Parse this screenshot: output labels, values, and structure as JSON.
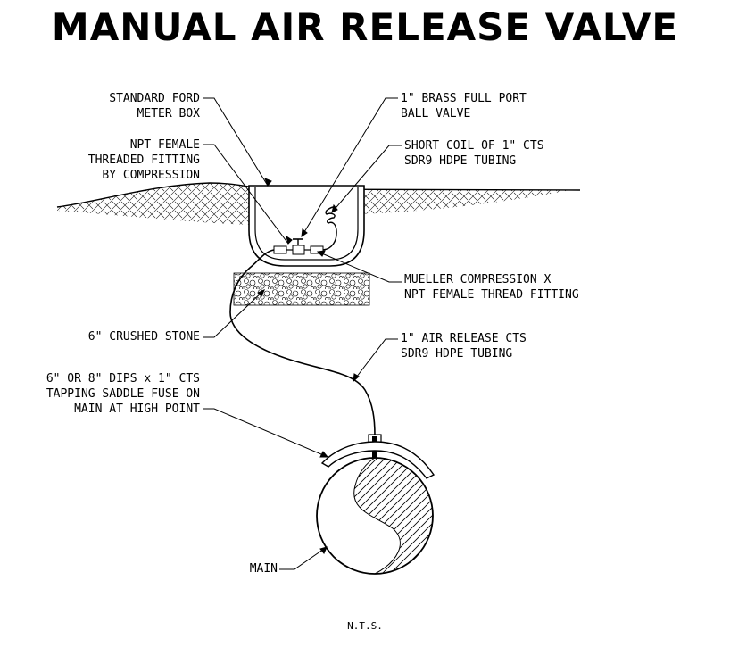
{
  "title": "MANUAL AIR RELEASE VALVE",
  "labels": {
    "meter_box": [
      "STANDARD FORD",
      "METER BOX"
    ],
    "npt_female": [
      "NPT FEMALE",
      "THREADED FITTING",
      "BY COMPRESSION"
    ],
    "ball_valve": [
      "1\" BRASS FULL PORT",
      "BALL VALVE"
    ],
    "short_coil": [
      "SHORT COIL OF 1\" CTS",
      "SDR9 HDPE TUBING"
    ],
    "mueller": [
      "MUELLER COMPRESSION X",
      "NPT FEMALE THREAD FITTING"
    ],
    "crushed_stone": [
      "6\" CRUSHED STONE"
    ],
    "air_release": [
      "1\" AIR RELEASE CTS",
      "SDR9 HDPE TUBING"
    ],
    "tapping_saddle": [
      "6\" OR 8\" DIPS x 1\" CTS",
      "TAPPING SADDLE FUSE ON",
      "MAIN AT HIGH POINT"
    ],
    "main": [
      "MAIN"
    ]
  },
  "nts": "N.T.S."
}
